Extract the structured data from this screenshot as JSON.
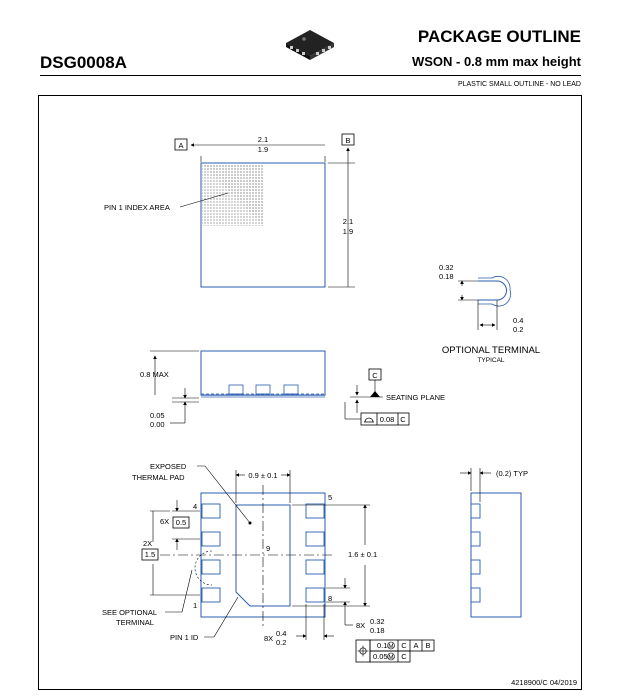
{
  "header": {
    "package_code": "DSG0008A",
    "title": "PACKAGE OUTLINE",
    "subtitle": "WSON - 0.8 mm max height",
    "description": "PLASTIC SMALL OUTLINE - NO LEAD",
    "document_number": "4218900/C  04/2019"
  },
  "top_view": {
    "datum_a": "A",
    "datum_b": "B",
    "width_max": "2.1",
    "width_min": "1.9",
    "height_max": "2.1",
    "height_min": "1.9",
    "pin1_label": "PIN 1 INDEX AREA"
  },
  "optional_terminal": {
    "dim_top_max": "0.32",
    "dim_top_min": "0.18",
    "dim_bot_max": "0.4",
    "dim_bot_min": "0.2",
    "label": "OPTIONAL TERMINAL",
    "sublabel": "TYPICAL"
  },
  "side_view": {
    "max_height": "0.8 MAX",
    "standoff_max": "0.05",
    "standoff_min": "0.00",
    "datum_c": "C",
    "seating_plane": "SEATING PLANE",
    "flatness": "0.08",
    "flatness_ref": "C"
  },
  "bottom_view": {
    "exposed_pad": "EXPOSED",
    "exposed_pad_2": "THERMAL PAD",
    "pad_width": "0.9 ± 0.1",
    "pin_4": "4",
    "pin_5": "5",
    "pin_1": "1",
    "pin_8": "8",
    "pin_9": "9",
    "pitch_count": "6X",
    "pitch": "0.5",
    "span_count": "2X",
    "span": "1.5",
    "pad_length": "1.6 ± 0.1",
    "see_optional": "SEE OPTIONAL",
    "see_optional_2": "TERMINAL",
    "pin1_id": "PIN 1 ID",
    "lead_len_count": "8X",
    "lead_len_max": "0.4",
    "lead_len_min": "0.2",
    "lead_w_count": "8X",
    "lead_w_max": "0.32",
    "lead_w_min": "0.18",
    "tol_1": "0.1",
    "tol_2": "0.05",
    "ref_c": "C",
    "ref_a": "A",
    "ref_b": "B",
    "end_gap": "(0.2) TYP"
  }
}
